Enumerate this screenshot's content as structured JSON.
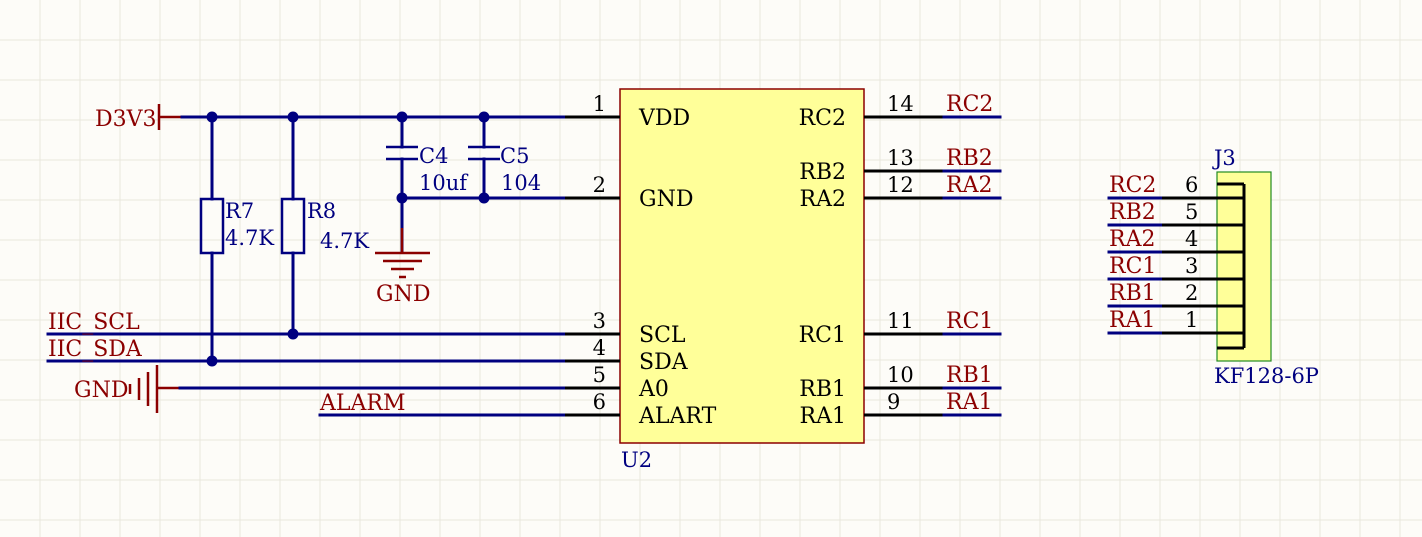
{
  "power": {
    "d3v3": "D3V3",
    "gnd_ground": "GND",
    "gnd_left": "GND"
  },
  "nets": {
    "iic_scl": "IIC_SCL",
    "iic_sda": "IIC_SDA",
    "alarm": "ALARM"
  },
  "resistors": [
    {
      "designator": "R7",
      "value": "4.7K"
    },
    {
      "designator": "R8",
      "value": "4.7K"
    }
  ],
  "capacitors": [
    {
      "designator": "C4",
      "value": "10uf"
    },
    {
      "designator": "C5",
      "value": "104"
    }
  ],
  "u2": {
    "designator": "U2",
    "left_pins": [
      {
        "num": "1",
        "name": "VDD"
      },
      {
        "num": "2",
        "name": "GND"
      },
      {
        "num": "3",
        "name": "SCL"
      },
      {
        "num": "4",
        "name": "SDA"
      },
      {
        "num": "5",
        "name": "A0"
      },
      {
        "num": "6",
        "name": "ALART"
      }
    ],
    "right_pins": [
      {
        "num": "14",
        "name": "RC2",
        "net": "RC2"
      },
      {
        "num": "13",
        "name": "RB2",
        "net": "RB2"
      },
      {
        "num": "12",
        "name": "RA2",
        "net": "RA2"
      },
      {
        "num": "11",
        "name": "RC1",
        "net": "RC1"
      },
      {
        "num": "10",
        "name": "RB1",
        "net": "RB1"
      },
      {
        "num": "9",
        "name": "RA1",
        "net": "RA1"
      }
    ]
  },
  "j3": {
    "designator": "J3",
    "part": "KF128-6P",
    "pins": [
      {
        "num": "6",
        "net": "RC2"
      },
      {
        "num": "5",
        "net": "RB2"
      },
      {
        "num": "4",
        "net": "RA2"
      },
      {
        "num": "3",
        "net": "RC1"
      },
      {
        "num": "2",
        "net": "RB1"
      },
      {
        "num": "1",
        "net": "RA1"
      }
    ]
  },
  "colors": {
    "wire": "#000080",
    "net_label": "#8b0000",
    "component_fill": "#ffff99",
    "background": "#fdfcf8"
  }
}
